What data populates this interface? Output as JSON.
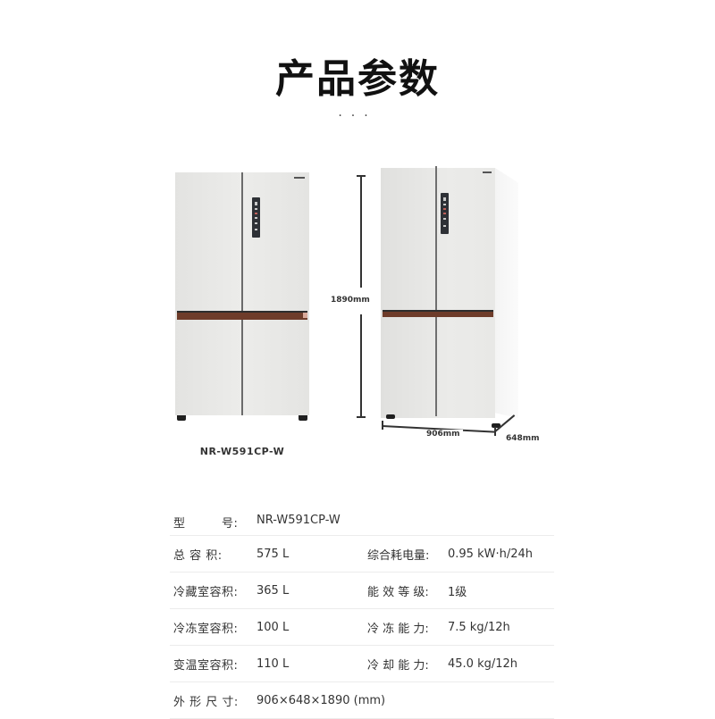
{
  "header": {
    "title": "产品参数",
    "dots": "..."
  },
  "product_images": {
    "front_model_caption": "NR-W591CP-W",
    "dimensions": {
      "height": "1890mm",
      "width": "906mm",
      "depth": "648mm"
    }
  },
  "colors": {
    "handle_accent": "#6e3c2a",
    "fridge_body": "#e8e8e6",
    "divider": "#ececec"
  },
  "specs": [
    {
      "label": "型　　　号:",
      "value": "NR-W591CP-W"
    },
    {
      "label": "总 容 积:",
      "value": "575 L",
      "label2": "综合耗电量:",
      "value2": "0.95 kW·h/24h"
    },
    {
      "label": "冷藏室容积:",
      "value": "365 L",
      "label2": "能 效 等 级:",
      "value2": "1级"
    },
    {
      "label": "冷冻室容积:",
      "value": "100 L",
      "label2": "冷 冻 能 力:",
      "value2": "7.5 kg/12h"
    },
    {
      "label": "变温室容积:",
      "value": "110 L",
      "label2": "冷 却 能 力:",
      "value2": "45.0 kg/12h"
    },
    {
      "label": "外 形 尺 寸:",
      "value": "906×648×1890 (mm)"
    }
  ]
}
